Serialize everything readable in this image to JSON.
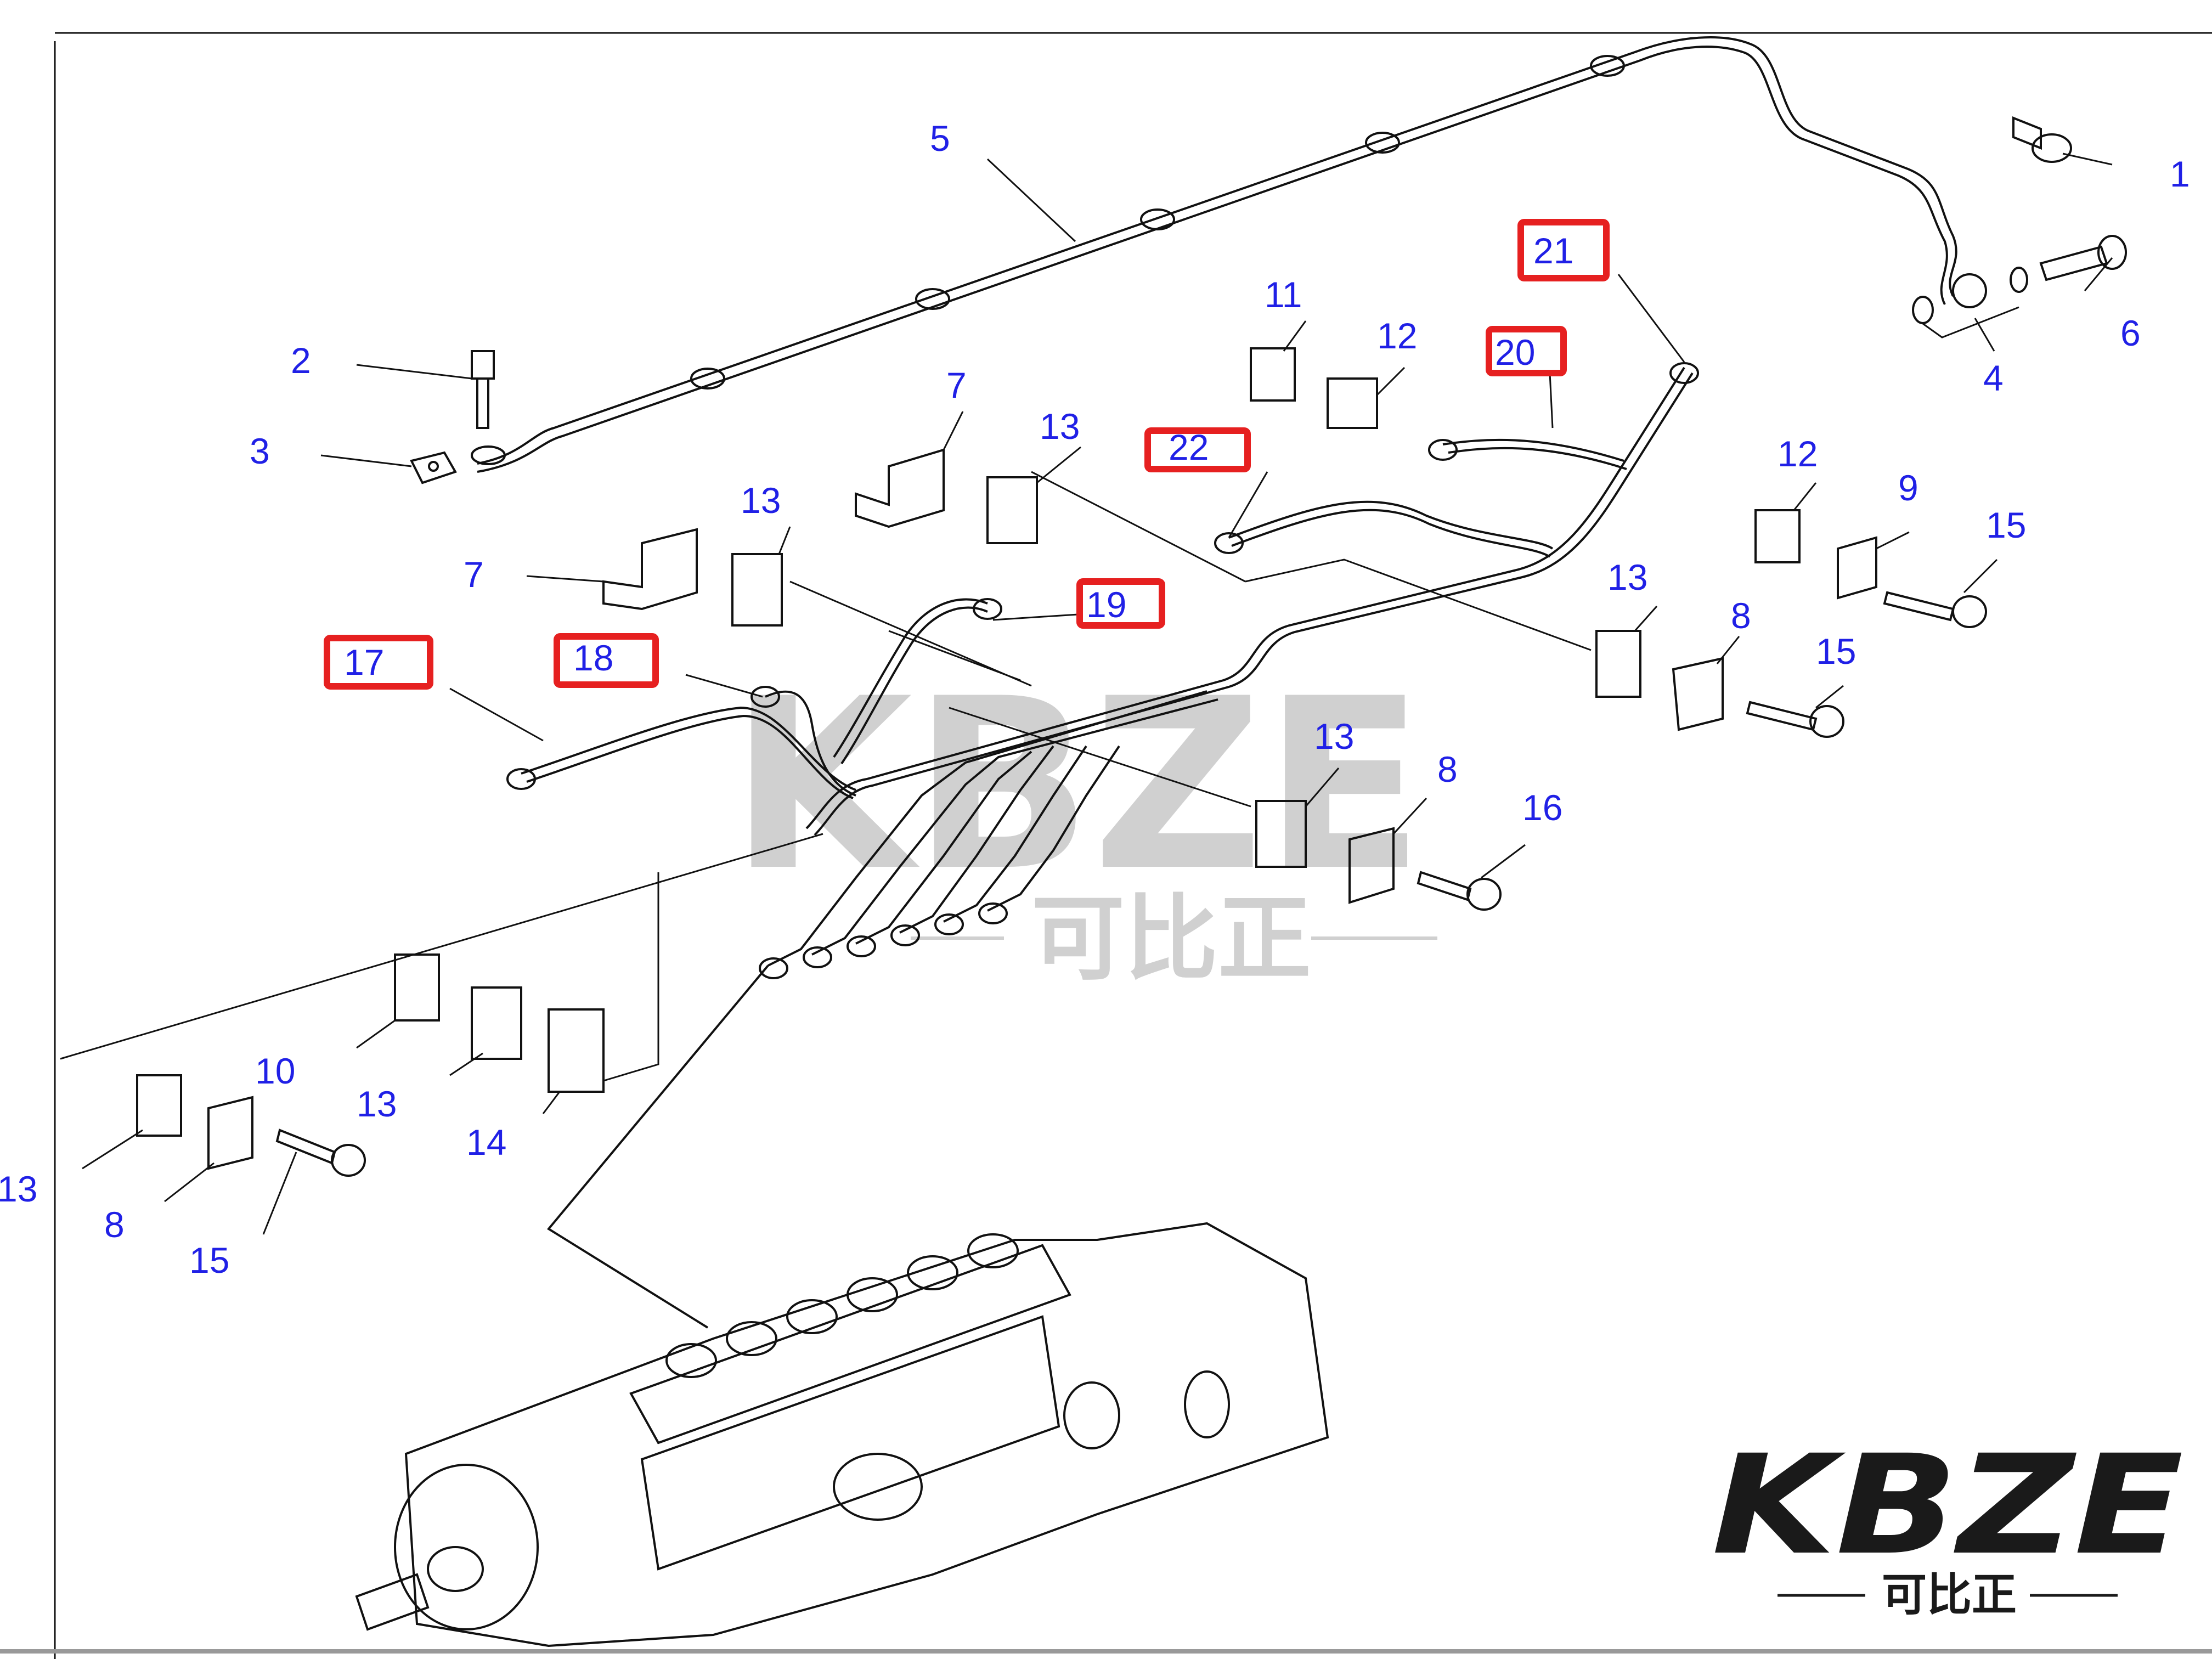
{
  "diagram": {
    "callouts": [
      {
        "id": "c1",
        "label": "1",
        "highlighted": false
      },
      {
        "id": "c2",
        "label": "2",
        "highlighted": false
      },
      {
        "id": "c3",
        "label": "3",
        "highlighted": false
      },
      {
        "id": "c4",
        "label": "4",
        "highlighted": false
      },
      {
        "id": "c5",
        "label": "5",
        "highlighted": false
      },
      {
        "id": "c6",
        "label": "6",
        "highlighted": false
      },
      {
        "id": "c7a",
        "label": "7",
        "highlighted": false
      },
      {
        "id": "c7b",
        "label": "7",
        "highlighted": false
      },
      {
        "id": "c8a",
        "label": "8",
        "highlighted": false
      },
      {
        "id": "c8b",
        "label": "8",
        "highlighted": false
      },
      {
        "id": "c8c",
        "label": "8",
        "highlighted": false
      },
      {
        "id": "c9",
        "label": "9",
        "highlighted": false
      },
      {
        "id": "c10",
        "label": "10",
        "highlighted": false
      },
      {
        "id": "c11",
        "label": "11",
        "highlighted": false
      },
      {
        "id": "c12a",
        "label": "12",
        "highlighted": false
      },
      {
        "id": "c12b",
        "label": "12",
        "highlighted": false
      },
      {
        "id": "c13a",
        "label": "13",
        "highlighted": false
      },
      {
        "id": "c13b",
        "label": "13",
        "highlighted": false
      },
      {
        "id": "c13c",
        "label": "13",
        "highlighted": false
      },
      {
        "id": "c13d",
        "label": "13",
        "highlighted": false
      },
      {
        "id": "c13e",
        "label": "13",
        "highlighted": false
      },
      {
        "id": "c13f",
        "label": "13",
        "highlighted": false
      },
      {
        "id": "c14",
        "label": "14",
        "highlighted": false
      },
      {
        "id": "c15a",
        "label": "15",
        "highlighted": false
      },
      {
        "id": "c15b",
        "label": "15",
        "highlighted": false
      },
      {
        "id": "c15c",
        "label": "15",
        "highlighted": false
      },
      {
        "id": "c16",
        "label": "16",
        "highlighted": false
      },
      {
        "id": "c17",
        "label": "17",
        "highlighted": true
      },
      {
        "id": "c18",
        "label": "18",
        "highlighted": true
      },
      {
        "id": "c19",
        "label": "19",
        "highlighted": true
      },
      {
        "id": "c20",
        "label": "20",
        "highlighted": true
      },
      {
        "id": "c21",
        "label": "21",
        "highlighted": true
      },
      {
        "id": "c22",
        "label": "22",
        "highlighted": true
      }
    ],
    "colors": {
      "callout": "#2020e6",
      "highlight_box": "#e62020",
      "line_art": "#111111",
      "watermark": "#c8c8c8"
    }
  },
  "watermark": {
    "brand": "KBZE",
    "subtitle": "可比正"
  },
  "logo": {
    "brand": "KBZE",
    "subtitle": "可比正"
  }
}
